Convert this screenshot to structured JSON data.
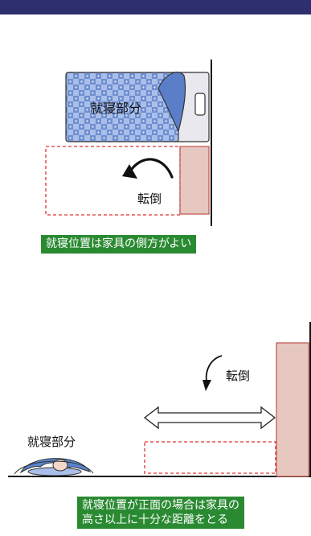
{
  "diagram_top": {
    "bedding_label": "就寝部分",
    "topple_label": "転倒",
    "caption": "就寝位置は家具の側方がよい"
  },
  "diagram_bottom": {
    "bedding_label": "就寝部分",
    "topple_label": "転倒",
    "caption_line1": "就寝位置が正面の場合は家具の",
    "caption_line2": "高さ以上に十分な距離をとる"
  },
  "colors": {
    "top_bar": "#2e2f6e",
    "caption_bg": "#2a8a32",
    "furniture_fill": "#e6c8c0",
    "furniture_stroke": "#c0504d",
    "danger_zone": "#e03030",
    "futon_blue": "#7f9ed6",
    "pillow_blue": "#5a86d0"
  }
}
